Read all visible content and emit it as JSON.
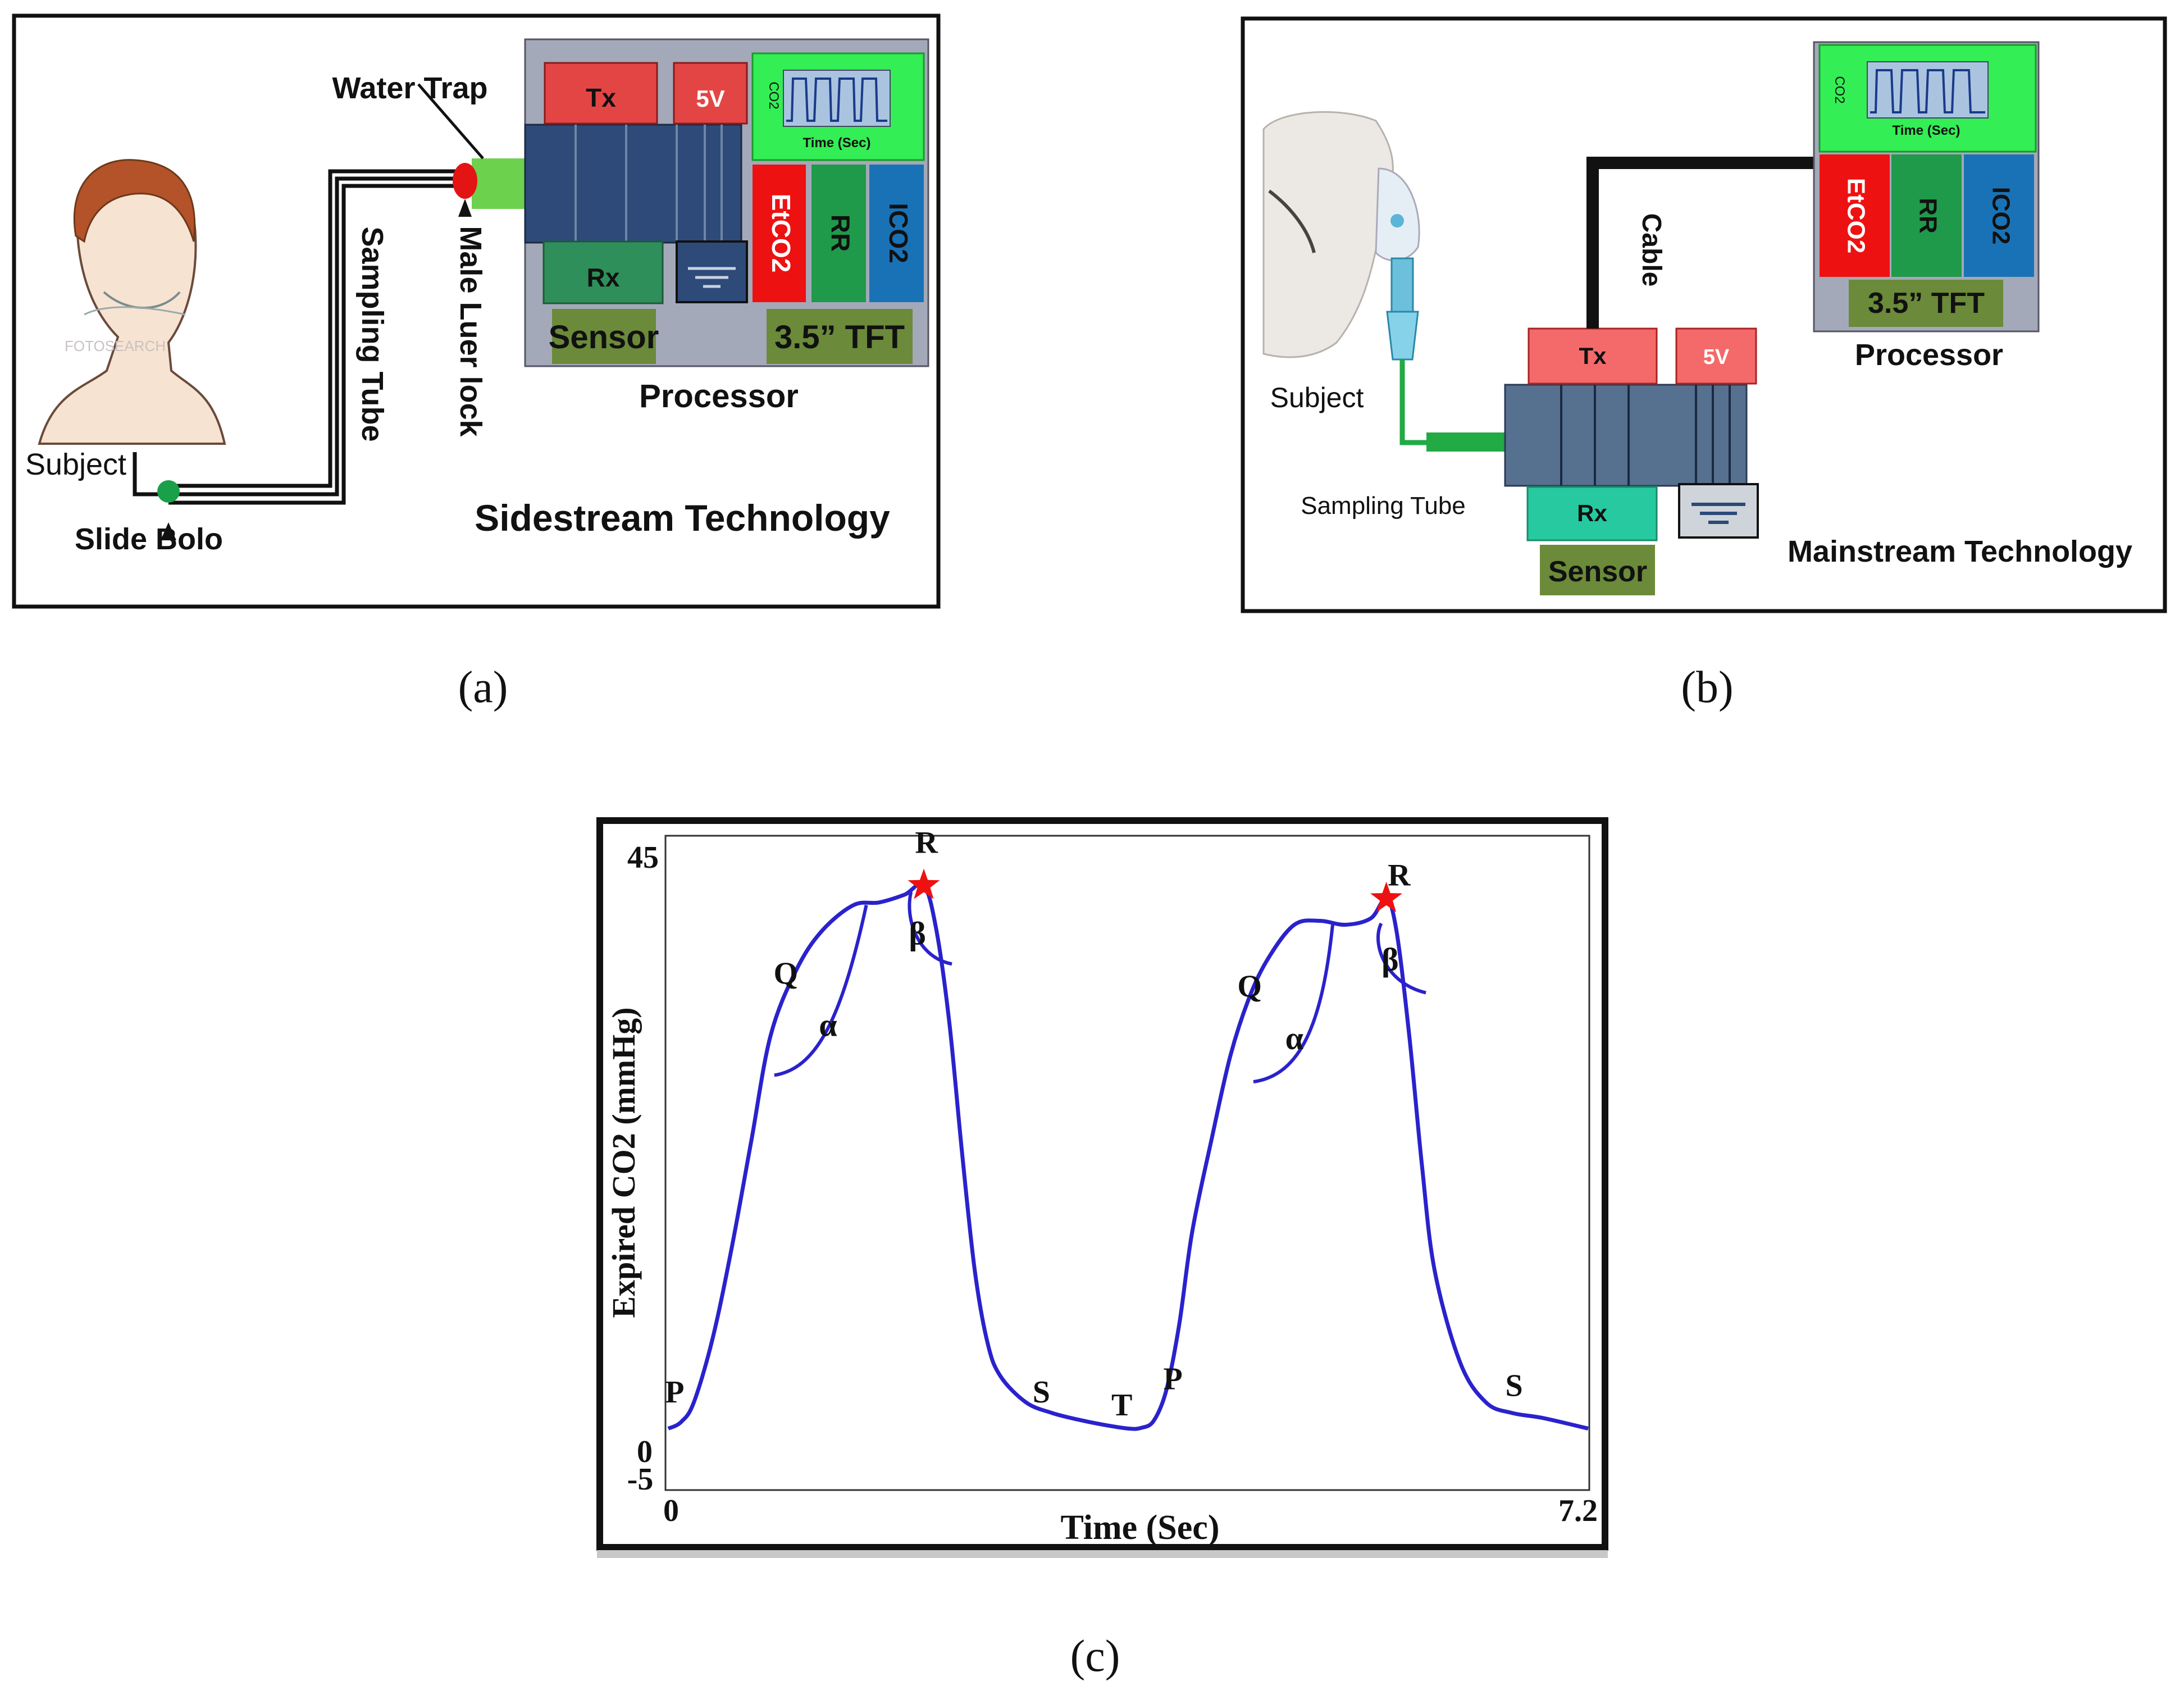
{
  "colors": {
    "tx": "#e34545",
    "tx_b": "#f46a6a",
    "fivev": "#e34545",
    "rx": "#2f8f5a",
    "rx_b": "#27c9a0",
    "sensor_label_bg": "#6b8a3a",
    "screen": "#33ee55",
    "etco2": "#ee1111",
    "rr": "#1f9a4a",
    "ico2": "#1a72b6",
    "tft_bg": "#6b8a3a",
    "processor_bg": "#a3a9b8",
    "sensor_block": "#2e4a78",
    "sensor_block_b": "#56708f",
    "tube_green": "#22aa44",
    "curve": "#2a22cc",
    "star": "#ee1111"
  },
  "panel_a": {
    "water_trap": "Water Trap",
    "sampling_tube": "Sampling Tube",
    "male_luer_lock": "Male Luer lock",
    "subject": "Subject",
    "slide_bolo": "Slide Bolo",
    "tx": "Tx",
    "v5": "5V",
    "rx": "Rx",
    "sensor": "Sensor",
    "co2": "CO2",
    "time_sec": "Time (Sec)",
    "etco2": "EtCO2",
    "rr": "RR",
    "ico2": "ICO2",
    "tft": "3.5” TFT",
    "processor": "Processor",
    "technology": "Sidestream Technology",
    "watermark": "FOTOSEARCH",
    "caption": "(a)"
  },
  "panel_b": {
    "subject": "Subject",
    "sampling_tube": "Sampling Tube",
    "cable": "Cable",
    "tx": "Tx",
    "v5": "5V",
    "rx": "Rx",
    "sensor": "Sensor",
    "co2": "CO2",
    "time_sec": "Time (Sec)",
    "etco2": "EtCO2",
    "rr": "RR",
    "ico2": "ICO2",
    "tft": "3.5” TFT",
    "processor": "Processor",
    "technology": "Mainstream Technology",
    "caption": "(b)"
  },
  "chart_data": {
    "type": "line",
    "ylabel": "Expired CO2 (mmHg)",
    "xlabel": "Time (Sec)",
    "xlim": [
      0,
      7.2
    ],
    "ylim": [
      -5,
      45
    ],
    "y_ticks": [
      "45",
      "0",
      "-5"
    ],
    "x_ticks": [
      "0",
      "7.2"
    ],
    "series": [
      {
        "x": [
          0.0,
          0.1,
          0.2,
          0.35,
          0.5,
          0.65,
          0.8,
          1.0,
          1.2,
          1.45,
          1.65,
          1.85,
          2.0,
          2.1,
          2.2,
          2.3,
          2.4,
          2.5,
          2.6,
          2.8,
          3.0,
          3.2,
          3.4,
          3.6,
          3.7,
          3.8,
          3.9,
          4.0,
          4.1,
          4.25,
          4.4,
          4.55,
          4.7,
          4.9,
          5.1,
          5.3,
          5.5,
          5.62,
          5.7,
          5.8,
          5.9,
          6.0,
          6.2,
          6.4,
          6.6,
          6.85,
          7.2
        ],
        "y": [
          0.0,
          0.5,
          2.0,
          7.0,
          14.0,
          22.0,
          30.0,
          35.0,
          38.0,
          40.0,
          40.2,
          40.8,
          41.5,
          38.0,
          31.0,
          21.0,
          12.0,
          6.5,
          4.0,
          2.0,
          1.2,
          0.7,
          0.3,
          0.0,
          0.05,
          0.6,
          3.0,
          8.0,
          15.0,
          22.0,
          28.5,
          33.0,
          36.0,
          38.5,
          38.8,
          38.5,
          39.0,
          40.5,
          38.0,
          30.0,
          20.0,
          12.0,
          5.0,
          2.0,
          1.2,
          0.8,
          0.0
        ]
      }
    ],
    "annotations": [
      {
        "text": "P",
        "x": 0.05,
        "y": 2
      },
      {
        "text": "Q",
        "x": 0.92,
        "y": 34
      },
      {
        "text": "α",
        "x": 1.25,
        "y": 30
      },
      {
        "text": "R",
        "x": 2.02,
        "y": 44
      },
      {
        "text": "β",
        "x": 1.95,
        "y": 37
      },
      {
        "text": "S",
        "x": 2.92,
        "y": 2
      },
      {
        "text": "T",
        "x": 3.55,
        "y": 1
      },
      {
        "text": "P",
        "x": 3.95,
        "y": 3
      },
      {
        "text": "Q",
        "x": 4.55,
        "y": 33
      },
      {
        "text": "α",
        "x": 4.9,
        "y": 29
      },
      {
        "text": "R",
        "x": 5.72,
        "y": 41.5
      },
      {
        "text": "β",
        "x": 5.65,
        "y": 35
      },
      {
        "text": "S",
        "x": 6.62,
        "y": 2.5
      }
    ],
    "peak_markers": [
      {
        "x": 2.0,
        "y": 41.5
      },
      {
        "x": 5.62,
        "y": 40.5
      }
    ],
    "caption": "(c)"
  }
}
